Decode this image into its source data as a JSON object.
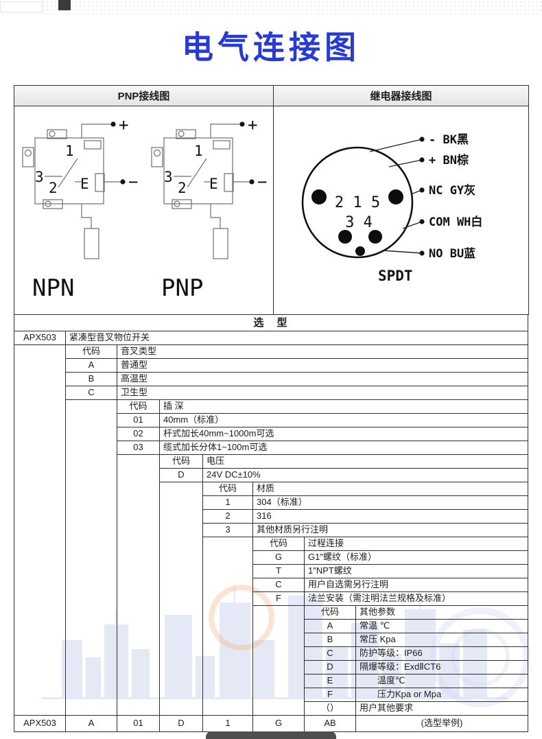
{
  "page": {
    "title": "电气连接图"
  },
  "diagram_table": {
    "left_header": "PNP接线图",
    "right_header": "继电器接线图"
  },
  "pnp_panel": {
    "blocks": [
      {
        "name": "NPN",
        "n3": "3",
        "n1": "1",
        "n2": "2",
        "ne": "E",
        "plus": "+",
        "minus": "−"
      },
      {
        "name": "PNP",
        "n3": "3",
        "n1": "1",
        "n2": "2",
        "ne": "E",
        "plus": "+",
        "minus": "−"
      }
    ]
  },
  "relay_panel": {
    "pins_row1": "2 1 5",
    "pins_row2": "3  4",
    "terminals": [
      "- BK黑",
      "+ BN棕",
      "NC GY灰",
      "COM WH白",
      "NO BU蓝"
    ],
    "type_label": "SPDT"
  },
  "selection": {
    "title": "选　型",
    "model_code": "APX503",
    "model_name": "紧凑型音叉物位开关",
    "code_label": "代码",
    "groups": [
      {
        "label": "音叉类型",
        "options": [
          {
            "code": "A",
            "desc": "普通型"
          },
          {
            "code": "B",
            "desc": "高温型"
          },
          {
            "code": "C",
            "desc": "卫生型"
          }
        ]
      },
      {
        "label": "插 深",
        "options": [
          {
            "code": "01",
            "desc": "40mm（标准）"
          },
          {
            "code": "02",
            "desc": "杆式加长40mm~1000m可选"
          },
          {
            "code": "03",
            "desc": "缆式加长分体1~100m可选"
          }
        ]
      },
      {
        "label": "电压",
        "options": [
          {
            "code": "D",
            "desc": "24V DC±10%"
          }
        ]
      },
      {
        "label": "材质",
        "options": [
          {
            "code": "1",
            "desc": "304（标准）"
          },
          {
            "code": "2",
            "desc": "316"
          },
          {
            "code": "3",
            "desc": "其他材质另行注明"
          }
        ]
      },
      {
        "label": "过程连接",
        "options": [
          {
            "code": "G",
            "desc": "G1″螺纹（标准）"
          },
          {
            "code": "T",
            "desc": "1″NPT螺纹"
          },
          {
            "code": "C",
            "desc": "用户自选需另行注明"
          },
          {
            "code": "F",
            "desc": "法兰安装（需注明法兰规格及标准）"
          }
        ]
      },
      {
        "label": "其他参数",
        "options": [
          {
            "code": "A",
            "desc": "常温 ℃"
          },
          {
            "code": "B",
            "desc": "常压  Kpa"
          },
          {
            "code": "C",
            "desc": "防护等级：IP66"
          },
          {
            "code": "D",
            "desc": "隔爆等级：ExdⅡCT6"
          },
          {
            "code": "E",
            "desc": "　　温度℃"
          },
          {
            "code": "F",
            "desc": "　　压力Kpa or Mpa"
          },
          {
            "code": "（）",
            "desc": "用户其他要求"
          }
        ]
      }
    ],
    "example": {
      "cells": [
        "APX503",
        "A",
        "01",
        "D",
        "1",
        "G",
        "AB"
      ],
      "note": "(选型举例)"
    }
  }
}
